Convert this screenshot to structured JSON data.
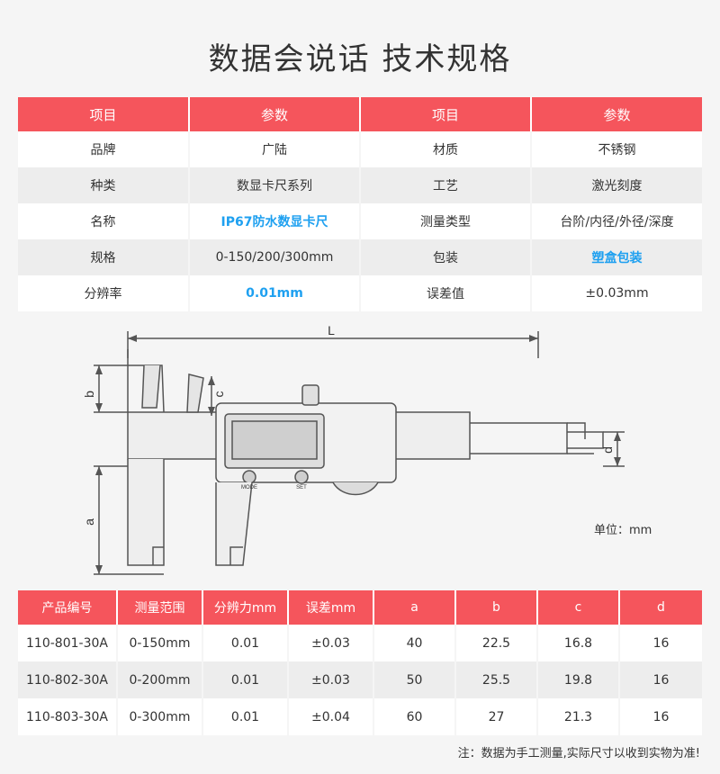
{
  "title": "数据会说话 技术规格",
  "spec": {
    "headers": [
      "项目",
      "参数",
      "项目",
      "参数"
    ],
    "rows": [
      [
        "品牌",
        "广陆",
        "材质",
        "不锈钢"
      ],
      [
        "种类",
        "数显卡尺系列",
        "工艺",
        "激光刻度"
      ],
      [
        "名称",
        "IP67防水数显卡尺",
        "测量类型",
        "台阶/内径/外径/深度"
      ],
      [
        "规格",
        "0-150/200/300mm",
        "包装",
        "塑盒包装"
      ],
      [
        "分辨率",
        "0.01mm",
        "误差值",
        "±0.03mm"
      ]
    ]
  },
  "drawing": {
    "dim_L": "L",
    "dim_b": "b",
    "dim_c": "c",
    "dim_d": "d",
    "dim_a": "a",
    "btn_mode": "MODE",
    "btn_set": "SET"
  },
  "unit": "单位：mm",
  "product": {
    "headers": [
      "产品编号",
      "测量范围",
      "分辨力mm",
      "误差mm",
      "a",
      "b",
      "c",
      "d"
    ],
    "rows": [
      [
        "110-801-30A",
        "0-150mm",
        "0.01",
        "±0.03",
        "40",
        "22.5",
        "16.8",
        "16"
      ],
      [
        "110-802-30A",
        "0-200mm",
        "0.01",
        "±0.03",
        "50",
        "25.5",
        "19.8",
        "16"
      ],
      [
        "110-803-30A",
        "0-300mm",
        "0.01",
        "±0.04",
        "60",
        "27",
        "21.3",
        "16"
      ]
    ]
  },
  "note": "注：数据为手工测量,实际尺寸以收到实物为准!",
  "colors": {
    "header_red": "#f5555c",
    "accent_blue": "#1ea0f0"
  }
}
